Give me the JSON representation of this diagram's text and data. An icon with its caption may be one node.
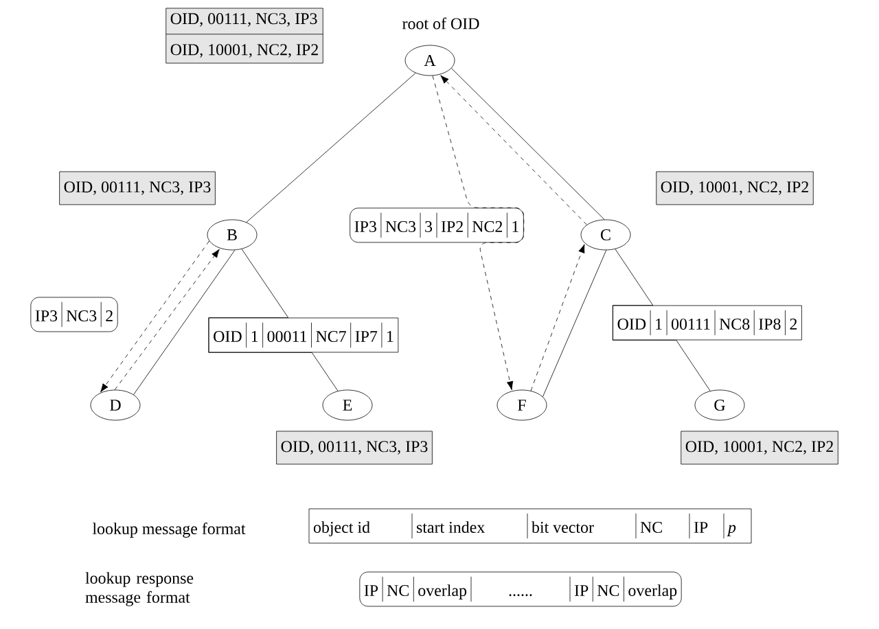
{
  "diagram": {
    "nodes": [
      {
        "text": [
          "OID, 00111, NC3, IP3",
          "OID, 10001, NC2, IP2"
        ]
      },
      {
        "text": [
          "A"
        ],
        "beside": [
          "root of OID"
        ]
      },
      {
        "text": [
          "OID, 00111, NC3, IP3"
        ]
      },
      {
        "text": [
          "B"
        ]
      },
      {
        "text": [
          "IP3",
          "NC3",
          "3",
          "IP2",
          "NC2",
          "1"
        ]
      },
      {
        "text": [
          "OID, 10001, NC2, IP2"
        ]
      },
      {
        "text": [
          "C"
        ]
      },
      {
        "text": [
          "IP3",
          "NC3",
          "2"
        ]
      },
      {
        "text": [
          "OID",
          "1",
          "00011",
          "NC7",
          "IP7",
          "1"
        ]
      },
      {
        "text": [
          "OID",
          "1",
          "00111",
          "NC8",
          "IP8",
          "2"
        ]
      },
      {
        "text": [
          "D"
        ]
      },
      {
        "text": [
          "E"
        ]
      },
      {
        "text": [
          "F"
        ]
      },
      {
        "text": [
          "G"
        ]
      },
      {
        "text": [
          "OID, 00111, NC3, IP3"
        ]
      },
      {
        "text": [
          "OID, 10001, NC2, IP2"
        ]
      },
      {
        "text": [
          "object id",
          "start index",
          "bit vector",
          "NC",
          "IP",
          "p"
        ]
      },
      {
        "text": [
          "IP",
          "NC",
          "overlap",
          "......",
          "IP",
          "NC",
          "overlap"
        ]
      }
    ],
    "labels": [
      "lookup message format",
      "lookup response message format"
    ],
    "edges": [
      {
        "from": 1,
        "to": 3,
        "arrow": "none"
      },
      {
        "from": 1,
        "to": 6,
        "arrow": "none"
      },
      {
        "from": 3,
        "to": 10,
        "arrow": "none"
      },
      {
        "from": 3,
        "to": 11,
        "arrow": "none"
      },
      {
        "from": 6,
        "to": 12,
        "arrow": "none"
      },
      {
        "from": 6,
        "to": 13,
        "arrow": "none"
      },
      {
        "from": 3,
        "to": 10,
        "arrow": "to",
        "style": "dashed"
      },
      {
        "from": 10,
        "to": 3,
        "arrow": "to",
        "style": "dashed"
      },
      {
        "from": 1,
        "to": 12,
        "arrow": "to",
        "style": "dashed"
      },
      {
        "from": 12,
        "to": 6,
        "arrow": "to",
        "style": "dashed"
      },
      {
        "from": 6,
        "to": 1,
        "arrow": "to",
        "style": "dashed"
      }
    ]
  }
}
